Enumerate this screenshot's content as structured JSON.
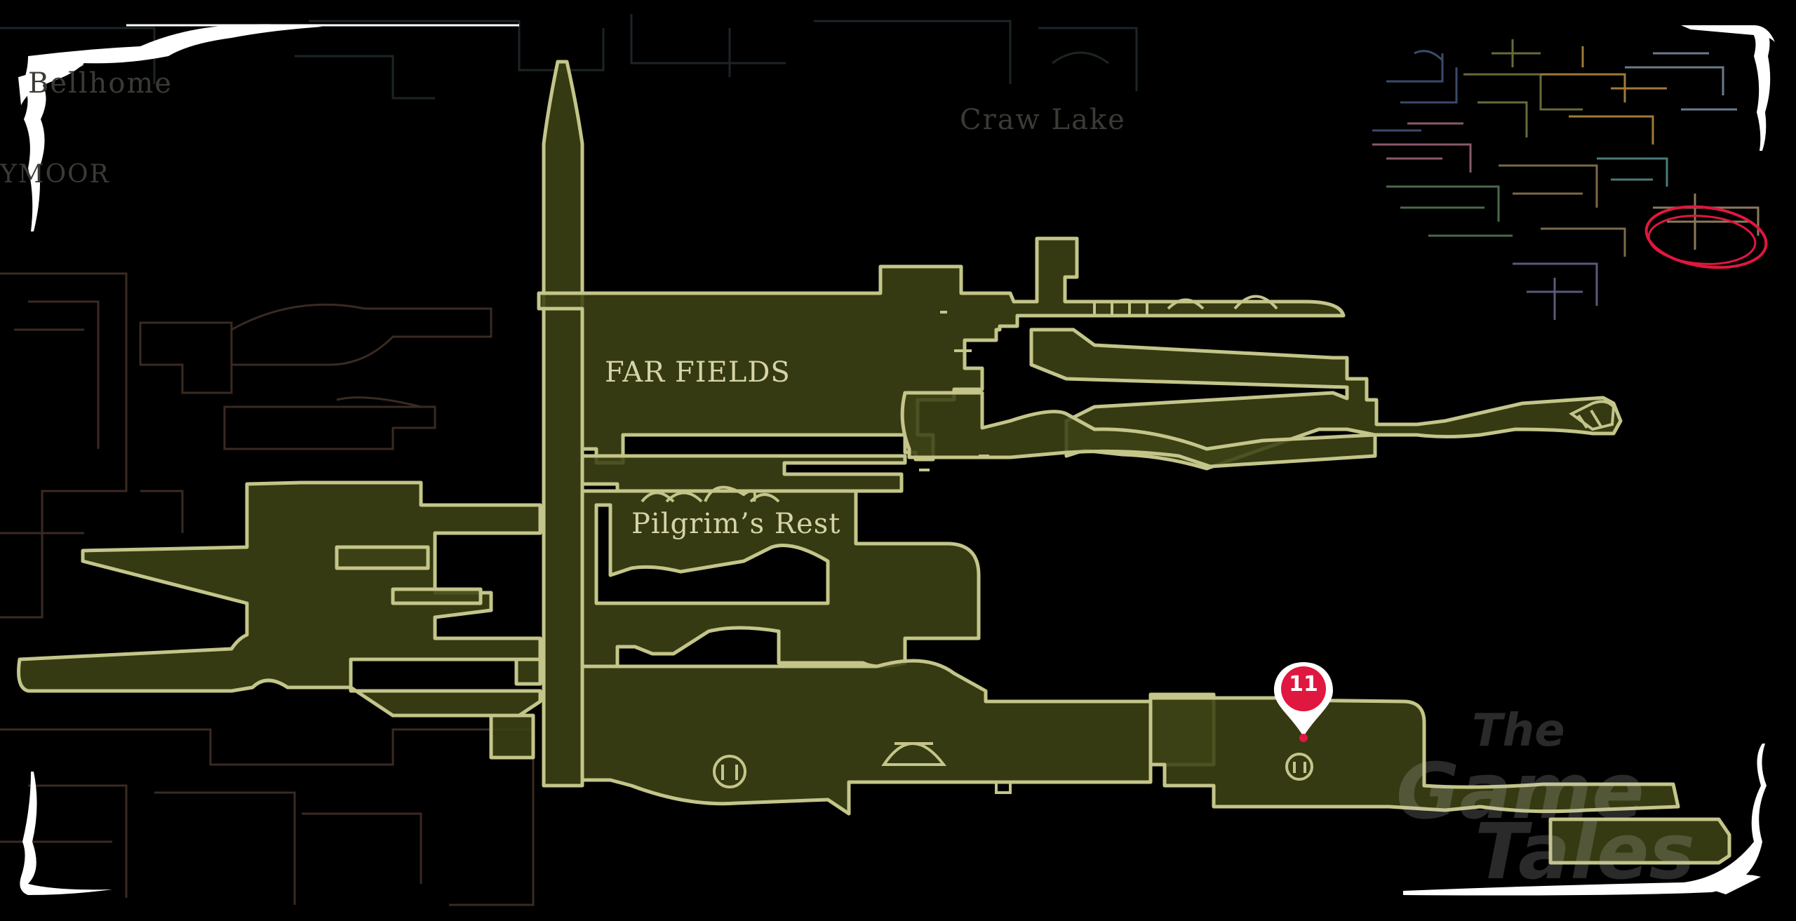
{
  "map": {
    "region_far_fields": "FAR FIELDS",
    "region_pilgrims_rest": "Pilgrim’s Rest",
    "region_craw_lake": "Craw Lake",
    "region_home": "Bellhome",
    "region_moor": "YMOOR"
  },
  "marker": {
    "number": "11",
    "color": "#e0173f"
  },
  "minimap": {
    "highlight_color": "#e0173f",
    "icon": "minimap-overview"
  },
  "watermark": {
    "line1": "The",
    "line2": "Game",
    "line3": "Tales"
  },
  "colors": {
    "background": "#000000",
    "area_fill": "#3c4214",
    "area_outline": "#c4c58a",
    "label": "#d6d4a6",
    "frame": "#ffffff"
  }
}
